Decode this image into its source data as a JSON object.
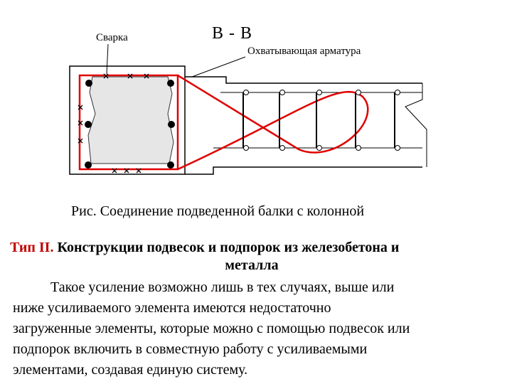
{
  "figure": {
    "weld_label": "Сварка",
    "section_label": "В - В",
    "rebar_label": "Охватывающая арматура"
  },
  "caption": "Рис. Соединение подведенной балки с колонной",
  "heading": {
    "type_label": "Тип II.",
    "title_line1": "Конструкции подвесок и подпорок из железобетона и",
    "title_line2": "металла"
  },
  "paragraph": {
    "lines": [
      "Такое усиление возможно лишь в тех случаях, выше или",
      "ниже усиливаемого элемента имеются недостаточно",
      "загруженные элементы, которые можно с помощью подвесок или",
      "подпорок включить в совместную работу с усиливаемыми",
      "элементами, создавая единую систему."
    ]
  },
  "colors": {
    "rebar": "#e00000",
    "text": "#000000",
    "type_label": "#c00000",
    "concrete_fill": "#e6e6e6"
  }
}
